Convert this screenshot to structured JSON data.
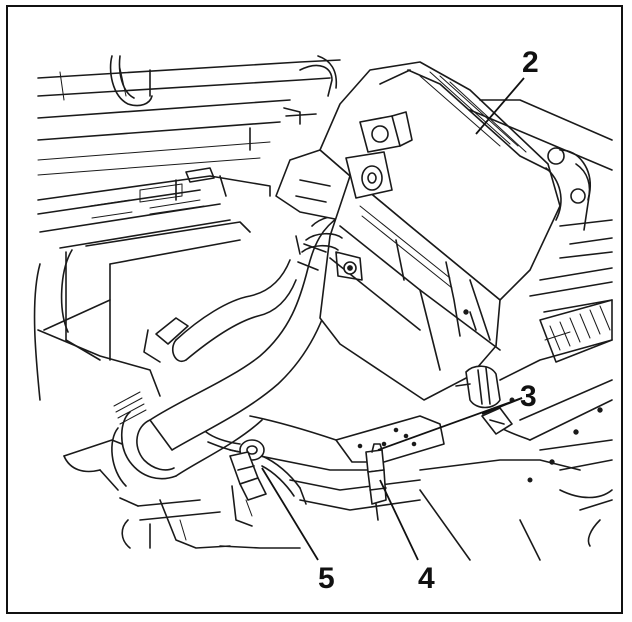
{
  "figure": {
    "callouts": [
      {
        "id": "c2",
        "label": "2"
      },
      {
        "id": "c3",
        "label": "3"
      },
      {
        "id": "c4",
        "label": "4"
      },
      {
        "id": "c5",
        "label": "5"
      }
    ]
  }
}
